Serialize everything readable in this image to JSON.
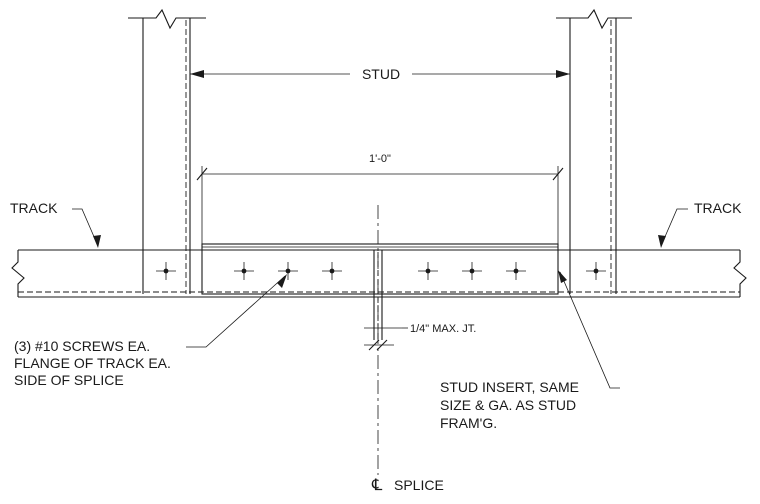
{
  "labels": {
    "stud": "STUD",
    "dimension": "1'-0\"",
    "track_left": "TRACK",
    "track_right": "TRACK",
    "max_joint": "1/4\" MAX. JT.",
    "screws": [
      "(3) #10 SCREWS EA.",
      "FLANGE OF TRACK EA.",
      "SIDE OF SPLICE"
    ],
    "insert": [
      "STUD INSERT, SAME",
      "SIZE & GA. AS STUD",
      "FRAM'G."
    ],
    "centerline_symbol": "℄",
    "splice": "SPLICE"
  }
}
